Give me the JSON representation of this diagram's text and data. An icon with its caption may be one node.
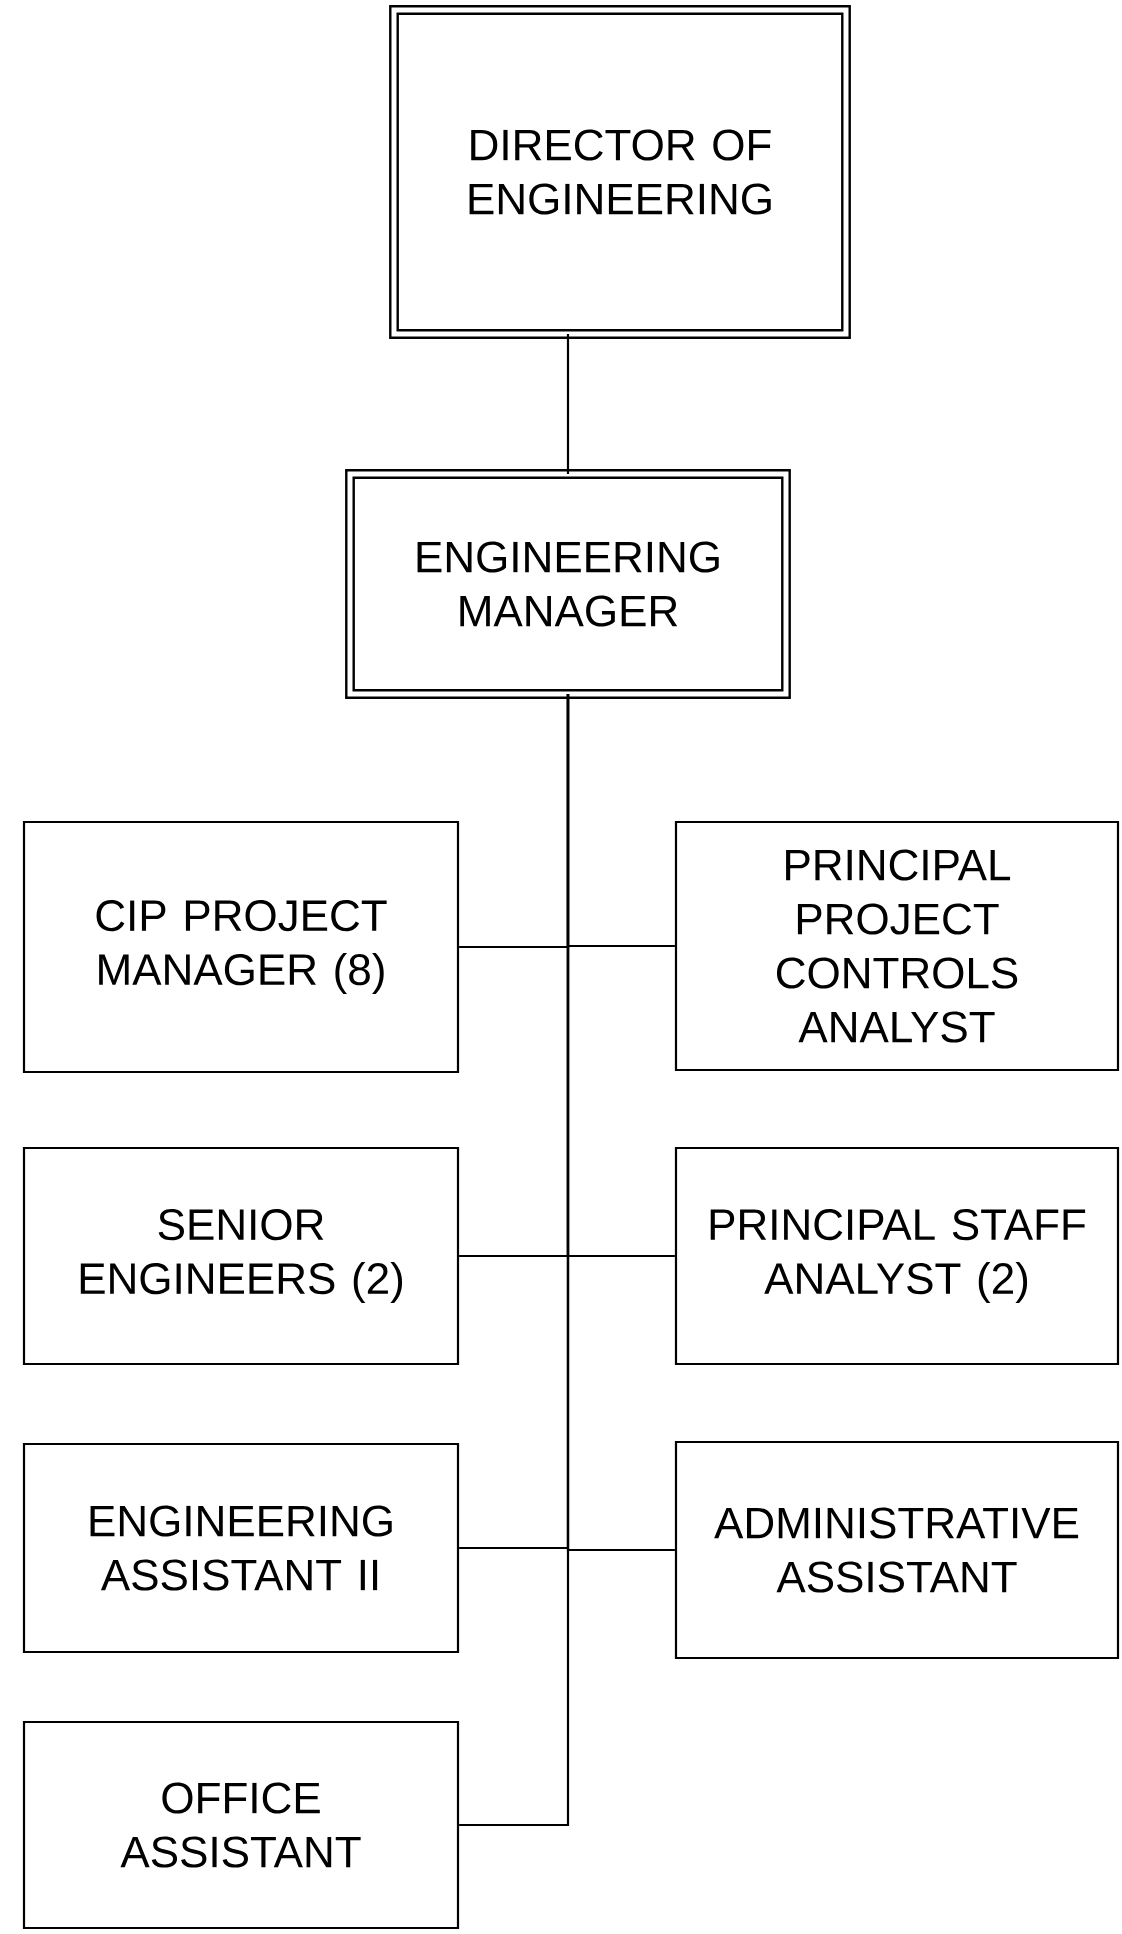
{
  "diagram": {
    "nodes": [
      {
        "text": [
          "DIRECTOR OF ENGINEERING"
        ]
      },
      {
        "text": [
          "ENGINEERING MANAGER"
        ]
      },
      {
        "text": [
          "CIP PROJECT MANAGER (8)"
        ]
      },
      {
        "text": [
          "PRINCIPAL PROJECT CONTROLS ANALYST"
        ]
      },
      {
        "text": [
          "SENIOR ENGINEERS (2)"
        ]
      },
      {
        "text": [
          "PRINCIPAL STAFF ANALYST (2)"
        ]
      },
      {
        "text": [
          "ENGINEERING ASSISTANT II"
        ]
      },
      {
        "text": [
          "ADMINISTRATIVE ASSISTANT"
        ]
      },
      {
        "text": [
          "OFFICE ASSISTANT"
        ]
      }
    ],
    "edges": [
      {
        "from": 0,
        "to": 1,
        "arrow": "none"
      },
      {
        "from": 1,
        "to": 2,
        "arrow": "none"
      },
      {
        "from": 1,
        "to": 3,
        "arrow": "none"
      },
      {
        "from": 1,
        "to": 4,
        "arrow": "none"
      },
      {
        "from": 1,
        "to": 5,
        "arrow": "none"
      },
      {
        "from": 1,
        "to": 6,
        "arrow": "none"
      },
      {
        "from": 1,
        "to": 7,
        "arrow": "none"
      },
      {
        "from": 1,
        "to": 8,
        "arrow": "none"
      }
    ]
  }
}
